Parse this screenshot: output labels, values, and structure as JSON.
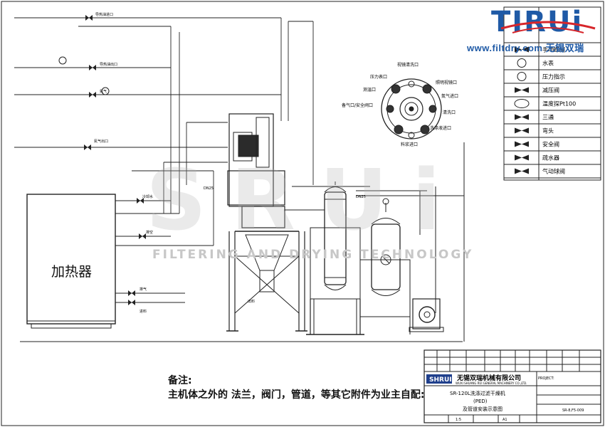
{
  "logo": {
    "brand": "TIRUi",
    "url": "www.filtdry.com",
    "brand_cn": "无锡双瑞"
  },
  "watermark": {
    "big": "SRUi",
    "line": "FILTERING AND DRYING TECHNOLOGY"
  },
  "heater": {
    "label": "加热器"
  },
  "notes": {
    "title": "备注:",
    "text": "主机体之外的 法兰，阀门，管道，等其它附件为业主自配:"
  },
  "pipe_labels": {
    "p1": "导热油进口",
    "p2": "导热油出口",
    "p3": "氮气",
    "p4": "氮气出口",
    "p5": "冷却水",
    "p6": "排空",
    "p7": "排气",
    "p8": "进料",
    "p9": "出料",
    "dn25a": "DN25",
    "dn25b": "DN25"
  },
  "top_view_labels": {
    "a": "视镜清洗口",
    "b": "压力表口",
    "c": "照明视镜口",
    "d": "测温口",
    "e": "氮气进口",
    "f": "备气口/安全阀口",
    "g": "清洗口",
    "h": "洗涤液进口",
    "i": "料浆进口"
  },
  "legend": {
    "items": [
      {
        "symbol": "valve",
        "label": "手动蝶阀"
      },
      {
        "symbol": "circle-T",
        "label": "水表"
      },
      {
        "symbol": "circle-P",
        "label": "压力指示"
      },
      {
        "symbol": "reducer",
        "label": "减压阀"
      },
      {
        "symbol": "TIC",
        "label": "温度探Pt100"
      },
      {
        "symbol": "tee",
        "label": "三通"
      },
      {
        "symbol": "elbow",
        "label": "弯头"
      },
      {
        "symbol": "safety",
        "label": "安全阀"
      },
      {
        "symbol": "strainer",
        "label": "疏水器"
      },
      {
        "symbol": "pneumatic",
        "label": "气动球阀"
      }
    ]
  },
  "title_block": {
    "brand": "SHRUI",
    "company_cn": "无锡双瑞机械有限公司",
    "company_en": "WUXI SHUANG RUI GENERAL MACHINERY CO.,LTD.",
    "drawing_line1": "SR-120L洗涤过滤干燥机",
    "drawing_line2": "(PED)",
    "drawing_line3": "及管道安装示意图",
    "drawing_no": "SR-8,F5-009",
    "scale": "1:5",
    "sheet": "A1",
    "project": "PROJECT:"
  },
  "colors": {
    "line": "#222222",
    "logo_blue": "#1f5aa6",
    "logo_red": "#d7262b"
  }
}
